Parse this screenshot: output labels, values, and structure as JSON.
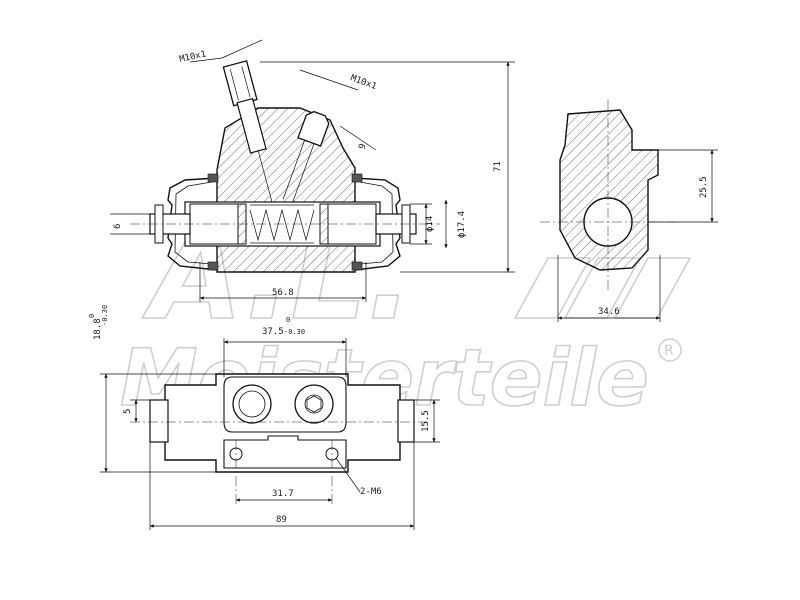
{
  "watermark": {
    "brand_line1": "A.L.",
    "brand_line2": "Meisterteile",
    "registered": "R"
  },
  "dimensions": {
    "thread_outer": "M10x1",
    "thread_inner": "M10x1",
    "overall_height": "71",
    "angle_small": "9",
    "left_stub": "6",
    "bore_14": "ϕ14",
    "bore_17_4": "ϕ17.4",
    "bottom_width": "56.8",
    "side_height": "25.5",
    "side_width": "34.6",
    "flange_height": "18.8",
    "flange_height_tol_top": "0",
    "flange_height_tol_bottom": "-0.30",
    "flange_width": "37.5",
    "flange_width_tol_top": "0",
    "flange_width_tol_bottom": "-0.30",
    "left_offset": "5",
    "right_height": "15.5",
    "hole_spacing": "31.7",
    "bolt_callout": "2-M6",
    "total_length": "89"
  }
}
